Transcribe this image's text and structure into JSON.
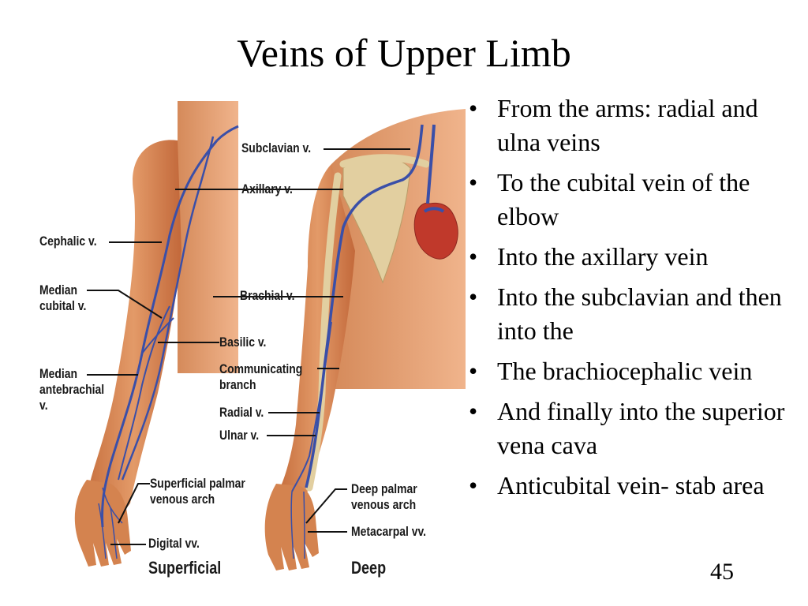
{
  "title": "Veins of Upper Limb",
  "page_number": "45",
  "bullets": [
    "From the arms: radial and ulna veins",
    "To the cubital vein of the elbow",
    "Into the axillary vein",
    "Into the subclavian and then into the",
    "The brachiocephalic vein",
    "And finally into the superior vena cava",
    "Anticubital vein- stab area"
  ],
  "figure": {
    "labels": {
      "subclavian": "Subclavian v.",
      "axillary": "Axillary v.",
      "cephalic": "Cephalic v.",
      "median_cubital": "Median\ncubital v.",
      "brachial": "Brachial v.",
      "basilic": "Basilic v.",
      "median_antebrachial": "Median\nantebrachial\nv.",
      "communicating_branch": "Communicating\nbranch",
      "radial": "Radial v.",
      "ulnar": "Ulnar v.",
      "superficial_palmar": "Superficial palmar\nvenous arch",
      "deep_palmar": "Deep palmar\nvenous arch",
      "digital": "Digital vv.",
      "metacarpal": "Metacarpal vv.",
      "superficial": "Superficial",
      "deep": "Deep"
    }
  },
  "colors": {
    "skin": "#d98a5a",
    "skin_dark": "#b8663a",
    "vein": "#3a4fa8",
    "bone": "#e2cfa0",
    "heart": "#c0392b"
  }
}
